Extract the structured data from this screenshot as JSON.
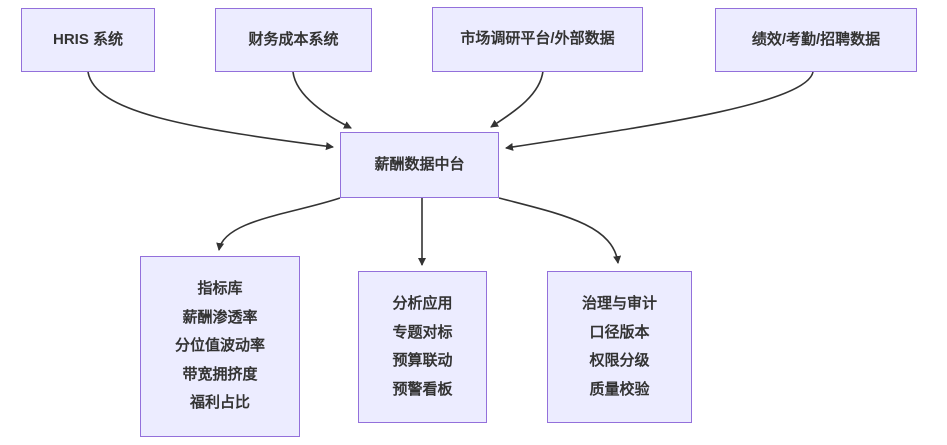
{
  "diagram": {
    "colors": {
      "node_fill": "#ECECFF",
      "node_border": "#9370DB",
      "text": "#333333",
      "arrow": "#333333"
    },
    "nodes": {
      "hris": {
        "label": "HRIS 系统"
      },
      "finance": {
        "label": "财务成本系统"
      },
      "market": {
        "label": "市场调研平台/外部数据"
      },
      "perf": {
        "label": "绩效/考勤/招聘数据"
      },
      "center": {
        "label": "薪酬数据中台"
      },
      "metrics": {
        "lines": [
          "指标库",
          "薪酬渗透率",
          "分位值波动率",
          "带宽拥挤度",
          "福利占比"
        ]
      },
      "analysis": {
        "lines": [
          "分析应用",
          "专题对标",
          "预算联动",
          "预警看板"
        ]
      },
      "govern": {
        "lines": [
          "治理与审计",
          "口径版本",
          "权限分级",
          "质量校验"
        ]
      }
    }
  }
}
